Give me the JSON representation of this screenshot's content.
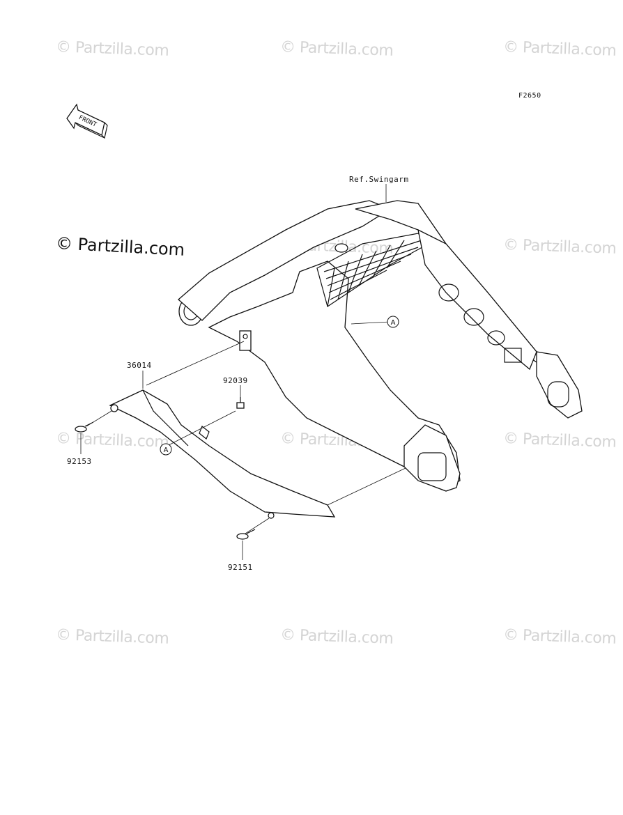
{
  "diagram_code": "F2650",
  "front_label": "FRONT",
  "watermark_text": "© Partzilla.com",
  "watermark_main": "© Partzilla.com",
  "parts": {
    "ref_swingarm": "Ref.Swingarm",
    "p36014": "36014",
    "p92039": "92039",
    "p92153": "92153",
    "p92151": "92151"
  },
  "callouts": {
    "a1": "A",
    "a2": "A"
  }
}
